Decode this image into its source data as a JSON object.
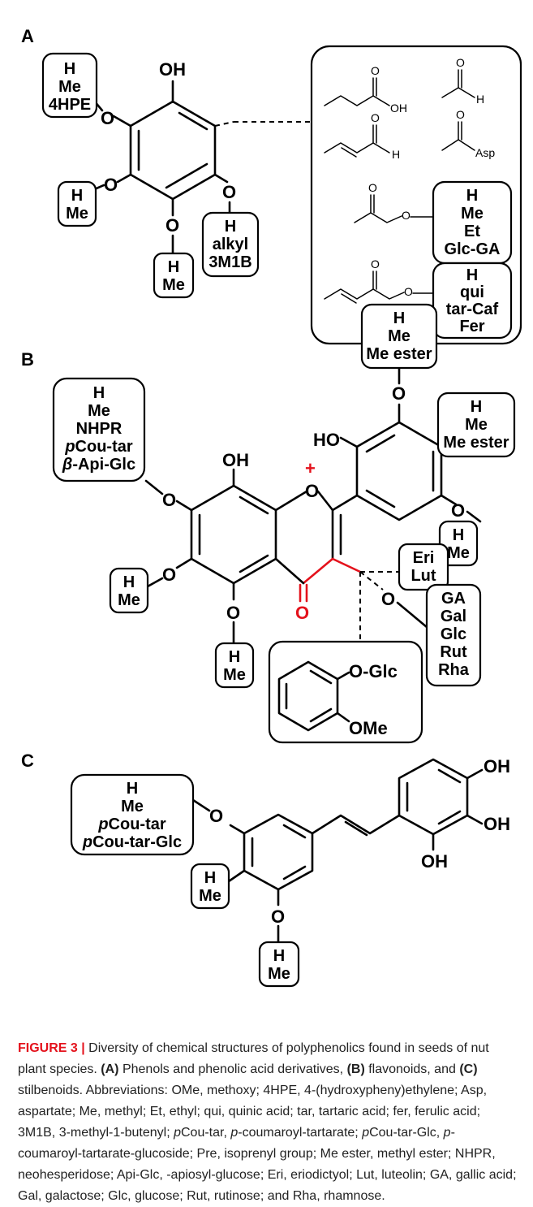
{
  "panels": {
    "a": "A",
    "b": "B",
    "c": "C"
  },
  "atoms": {
    "o": "O",
    "oh": "OH",
    "ho": "HO",
    "o_plus": "O",
    "plus": "+",
    "o_glc": "O-Glc",
    "ome": "OMe",
    "h": "H",
    "asp": "Asp"
  },
  "panel_a": {
    "box_4hpe": [
      "H",
      "Me",
      "4HPE"
    ],
    "box_me_left": [
      "H",
      "Me"
    ],
    "box_me_bottom": [
      "H",
      "Me"
    ],
    "box_alkyl": [
      "H",
      "alkyl",
      "3M1B"
    ],
    "box_ester1": [
      "H",
      "Me",
      "Et",
      "Glc-GA"
    ],
    "box_ester2": [
      "H",
      "qui",
      "tar-Caf",
      "Fer"
    ]
  },
  "panel_b": {
    "box_left": [
      "H",
      "Me",
      "NHPR",
      "Cou-tar",
      "-Api-Glc"
    ],
    "box_left_prefix": [
      "",
      "",
      "",
      "p",
      "β"
    ],
    "box_top": [
      "H",
      "Me",
      "Me ester"
    ],
    "box_right": [
      "H",
      "Me",
      "Me ester"
    ],
    "box_right_small": [
      "H",
      "Me"
    ],
    "box_mid": [
      "H",
      "Me"
    ],
    "box_bottom": [
      "H",
      "Me"
    ],
    "box_eri": [
      "Eri",
      "Lut"
    ],
    "box_sugars": [
      "GA",
      "Gal",
      "Glc",
      "Rut",
      "Rha"
    ]
  },
  "panel_c": {
    "box_left": [
      "H",
      "Me",
      "Cou-tar",
      "Cou-tar-Glc"
    ],
    "box_left_prefix": [
      "",
      "",
      "p",
      "p"
    ],
    "box_mid": [
      "H",
      "Me"
    ],
    "box_bottom": [
      "H",
      "Me"
    ]
  },
  "caption": {
    "label": "FIGURE 3 |",
    "intro": " Diversity of chemical structures of polyphenolics found in seeds of nut plant species. ",
    "a": "(A)",
    "a_text": " Phenols and phenolic acid derivatives, ",
    "b": "(B)",
    "b_text": " flavonoids, and ",
    "c": "(C)",
    "c_text": " stilbenoids. Abbreviations: OMe, methoxy; 4HPE, 4-(hydroxypheny)ethylene; Asp, aspartate; Me, methyl; Et, ethyl; qui, quinic acid; tar, tartaric acid; fer, ferulic acid; 3M1B, 3-methyl-1-butenyl; ",
    "p1": "p",
    "t1": "Cou-tar, ",
    "p2": "p",
    "t2": "-coumaroyl-tartarate; ",
    "p3": "p",
    "t3": "Cou-tar-Glc, ",
    "p4": "p",
    "t4": "-coumaroyl-tartarate-glucoside; Pre, isoprenyl group; Me ester, methyl ester; NHPR, neohesperidose; Api-Glc, -apiosyl-glucose; Eri, eriodictyol; Lut, luteolin; GA, gallic acid; Gal, galactose; Glc, glucose; Rut, rutinose; and Rha, rhamnose."
  },
  "colors": {
    "accent_red": "#e4121c",
    "caption_text": "#222222"
  }
}
